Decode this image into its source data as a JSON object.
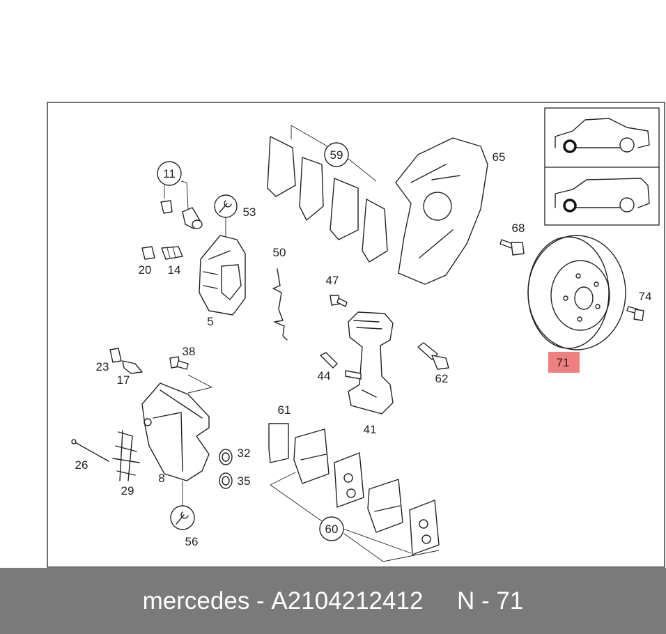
{
  "callouts": {
    "c5": "5",
    "c8": "8",
    "c11": "11",
    "c14": "14",
    "c17": "17",
    "c20": "20",
    "c23": "23",
    "c26": "26",
    "c29": "29",
    "c32": "32",
    "c35": "35",
    "c38": "38",
    "c41": "41",
    "c44": "44",
    "c47": "47",
    "c50": "50",
    "c53": "53",
    "c56": "56",
    "c59": "59",
    "c60": "60",
    "c61": "61",
    "c62": "62",
    "c65": "65",
    "c68": "68",
    "c71": "71",
    "c74": "74"
  },
  "highlight": {
    "part": "71",
    "color": "#f08080"
  },
  "footer": {
    "brand": "mercedes",
    "separator": " - ",
    "part_number": "A2104212412",
    "gap": "     ",
    "position_label": "N - 71",
    "background": "#7a7a7a"
  }
}
